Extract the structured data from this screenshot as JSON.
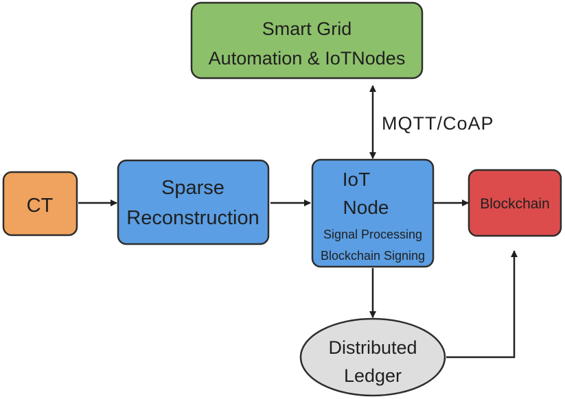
{
  "nodes": {
    "smart_grid": {
      "line1": "Smart Grid",
      "line2": "Automation & IoTNodes",
      "fill": "#8dc06b",
      "stroke": "#2d2d2d"
    },
    "ct": {
      "label": "CT",
      "fill": "#f0a35e",
      "stroke": "#2d2d2d"
    },
    "sparse": {
      "line1": "Sparse",
      "line2": "Reconstruction",
      "fill": "#5b9ee3",
      "stroke": "#2d2d2d"
    },
    "iot": {
      "line1": "IoT",
      "line2": "Node",
      "line3": "Signal Processing",
      "line4": "Blockchain Signing",
      "fill": "#5b9ee3",
      "stroke": "#2d2d2d"
    },
    "blockchain": {
      "label": "Blockchain",
      "fill": "#dc4c4c",
      "stroke": "#2d2d2d"
    },
    "ledger": {
      "line1": "Distributed",
      "line2": "Ledger",
      "fill": "#dedede",
      "stroke": "#2d2d2d"
    }
  },
  "edges": {
    "protocol_label": "MQTT/CoAP"
  },
  "colors": {
    "arrow": "#1f1f1f"
  }
}
